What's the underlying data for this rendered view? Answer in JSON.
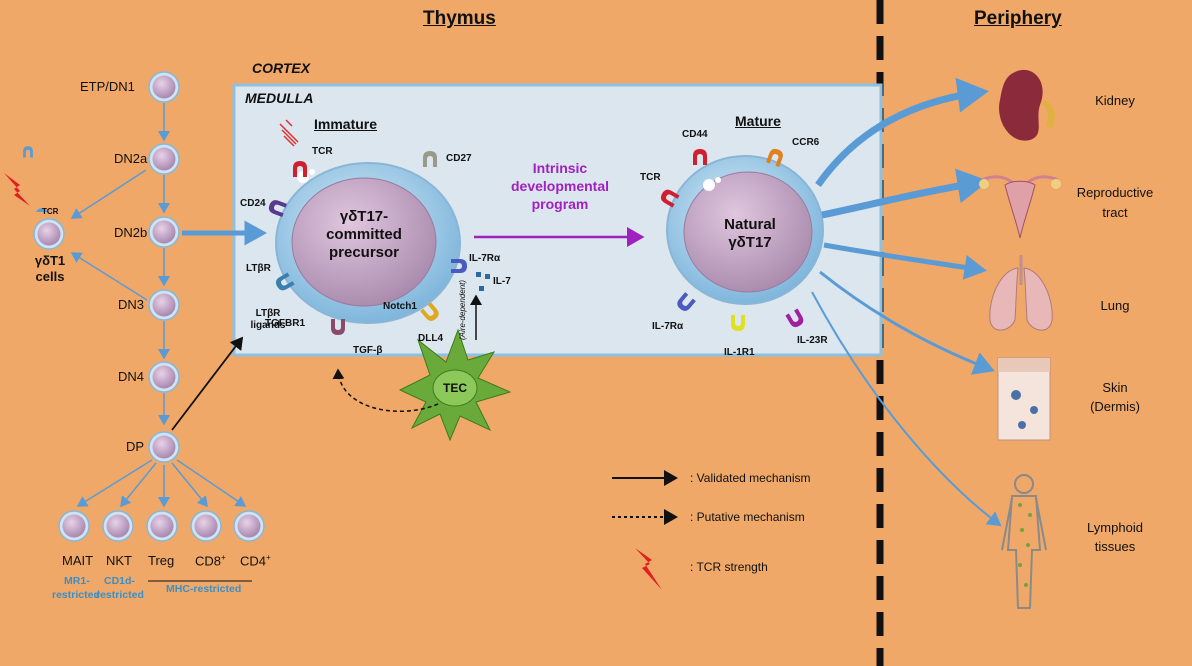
{
  "headers": {
    "thymus": "Thymus",
    "periphery": "Periphery"
  },
  "regions": {
    "cortex": "CORTEX",
    "medulla": "MEDULLA"
  },
  "stages": {
    "etp": "ETP/DN1",
    "dn2a": "DN2a",
    "dn2b": "DN2b",
    "dn3": "DN3",
    "dn4": "DN4",
    "dp": "DP"
  },
  "gdt1": {
    "tcr": "TCR",
    "line1": "γδT1",
    "line2": "cells"
  },
  "lineages": {
    "mait": "MAIT",
    "nkt": "NKT",
    "treg": "Treg",
    "cd8": "CD8",
    "cd4": "CD4",
    "sup": "+",
    "mr1_1": "MR1-",
    "mr1_2": "restricted",
    "cd1d_1": "CD1d-",
    "cd1d_2": "restricted",
    "mhc": "MHC-restricted"
  },
  "immature": {
    "title": "Immature",
    "cell_1": "γδT17-",
    "cell_2": "committed",
    "cell_3": "precursor",
    "receptors": {
      "tcr": "TCR",
      "cd27": "CD27",
      "cd24": "CD24",
      "ltbr": "LTβR",
      "il7ra": "IL-7Rα",
      "il7": "IL-7",
      "notch1": "Notch1",
      "tgfbr1": "TGFBR1",
      "dll4": "DLL4",
      "tgfb": "TGF-β"
    },
    "ligands_1": "LTβR",
    "ligands_2": "ligands"
  },
  "program": {
    "line1": "Intrinsic",
    "line2": "developmental",
    "line3": "program"
  },
  "mature": {
    "title": "Mature",
    "cell_1": "Natural",
    "cell_2": "γδT17",
    "receptors": {
      "cd44": "CD44",
      "ccr6": "CCR6",
      "tcr": "TCR",
      "il7ra": "IL-7Rα",
      "il1r1": "IL-1R1",
      "il23r": "IL-23R"
    }
  },
  "tec": {
    "label": "TEC",
    "aire": "(Aire-dependent)"
  },
  "legend": {
    "validated": ": Validated mechanism",
    "putative": ": Putative mechanism",
    "tcr": ": TCR strength"
  },
  "tissues": {
    "kidney": "Kidney",
    "repro_1": "Reproductive",
    "repro_2": "tract",
    "lung": "Lung",
    "skin_1": "Skin",
    "skin_2": "(Dermis)",
    "lymph_1": "Lymphoid",
    "lymph_2": "tissues"
  },
  "colors": {
    "background": "#f0a868",
    "medulla": "#dbe6ee",
    "arrow_blue": "#5b9bd5",
    "purple": "#a020c0",
    "nucleus": "#c8a8c8",
    "membrane": "#a8d4ee",
    "tec": "#6aaa3a"
  },
  "icons": [
    "tcr-receptor-icon",
    "lightning-bolt-icon",
    "kidney-icon",
    "uterus-icon",
    "lung-icon",
    "skin-icon",
    "body-icon",
    "tec-cell-icon"
  ]
}
